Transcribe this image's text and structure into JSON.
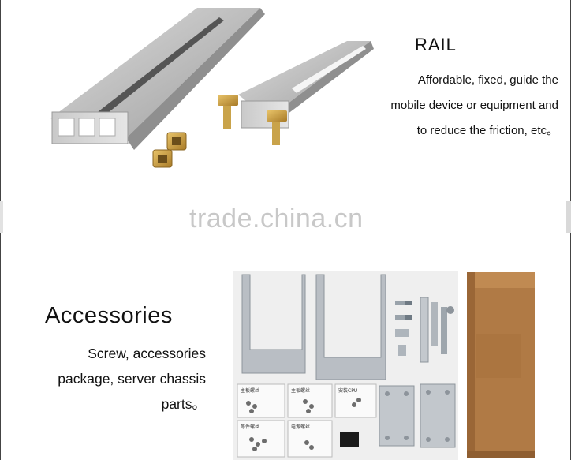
{
  "rail": {
    "title": "RAIL",
    "description_lines": [
      "Affordable, fixed, guide the",
      "mobile device or equipment and",
      "to reduce the friction, etc。"
    ]
  },
  "watermark": "trade.china.cn",
  "accessories": {
    "title": "Accessories",
    "description_lines": [
      "Screw, accessories",
      "package, server chassis",
      "parts。"
    ]
  },
  "bag_labels": [
    "主板螺丝",
    "主板螺丝",
    "安装CPU",
    "等件螺丝",
    "电源螺丝"
  ]
}
